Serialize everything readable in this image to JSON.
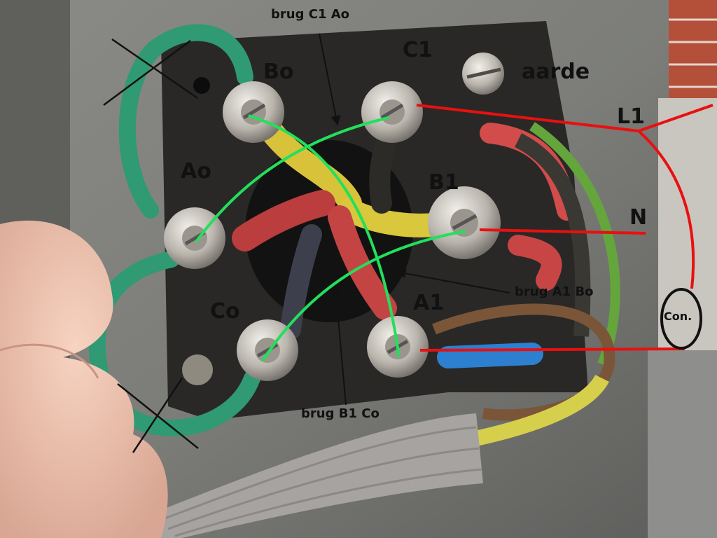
{
  "terminal_labels": {
    "bo": "Bo",
    "c1": "C1",
    "ao": "Ao",
    "b1": "B1",
    "co": "Co",
    "a1": "A1",
    "aarde": "aarde"
  },
  "wiring_annotations": {
    "bridge_c1_ao": "brug C1 Ao",
    "bridge_a1_bo": "brug A1 Bo",
    "bridge_b1_co": "brug B1 Co"
  },
  "supply_labels": {
    "l1": "L1",
    "n": "N",
    "con": "Con."
  },
  "colors": {
    "bridge_line": "#22e05a",
    "supply_line": "#e81010",
    "annotation_line": "#111111"
  }
}
